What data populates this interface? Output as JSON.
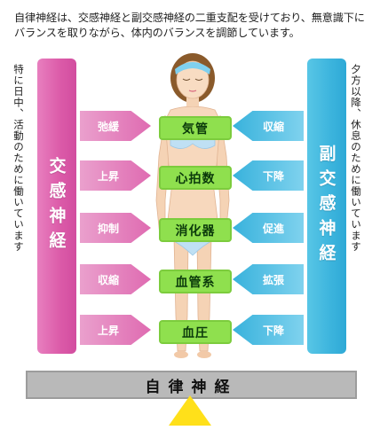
{
  "intro": "自律神経は、交感神経と副交感神経の二重支配を受けており、無意識下にバランスを取りながら、体内のバランスを調節しています。",
  "left_note": "特に日中、活動のために働いています",
  "right_note": "夕方以降、休息のために働いています",
  "sympathetic": "交感神経",
  "parasympathetic": "副交感神経",
  "base_label": "自律神経",
  "organs": [
    "気管",
    "心拍数",
    "消化器",
    "血管系",
    "血圧"
  ],
  "sympathetic_effects": [
    "弛緩",
    "上昇",
    "抑制",
    "収縮",
    "上昇"
  ],
  "parasympathetic_effects": [
    "収縮",
    "下降",
    "促進",
    "拡張",
    "下降"
  ],
  "colors": {
    "sympathetic": "#db5aa8",
    "parasympathetic": "#3cb4dd",
    "organ": "#8fe04e",
    "base": "#b9b9b9",
    "triangle": "#ffe01a"
  }
}
